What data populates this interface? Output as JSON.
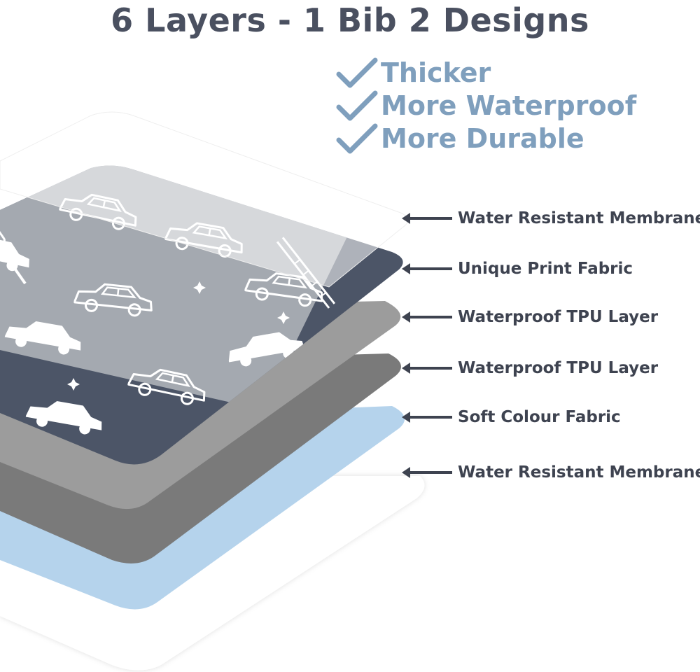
{
  "title": "6 Layers - 1 Bib 2 Designs",
  "features": [
    "Thicker",
    "More Waterproof",
    "More Durable"
  ],
  "layers": [
    {
      "label": "Water Resistant Membrane",
      "color": "#ffffff"
    },
    {
      "label": "Unique Print Fabric",
      "color": "#4c5567"
    },
    {
      "label": "Waterproof TPU Layer",
      "color": "#9c9c9c"
    },
    {
      "label": "Waterproof TPU Layer",
      "color": "#7a7a7a"
    },
    {
      "label": "Soft Colour Fabric",
      "color": "#b5d3ec"
    },
    {
      "label": "Water Resistant Membrane",
      "color": "#ffffff"
    }
  ],
  "print_colors": {
    "light": "#a4a9b0",
    "dark": "#4c5567",
    "motif": "#ffffff"
  },
  "text_colors": {
    "title": "#4a5060",
    "features": "#7f9fbd",
    "labels": "#3e4350"
  }
}
